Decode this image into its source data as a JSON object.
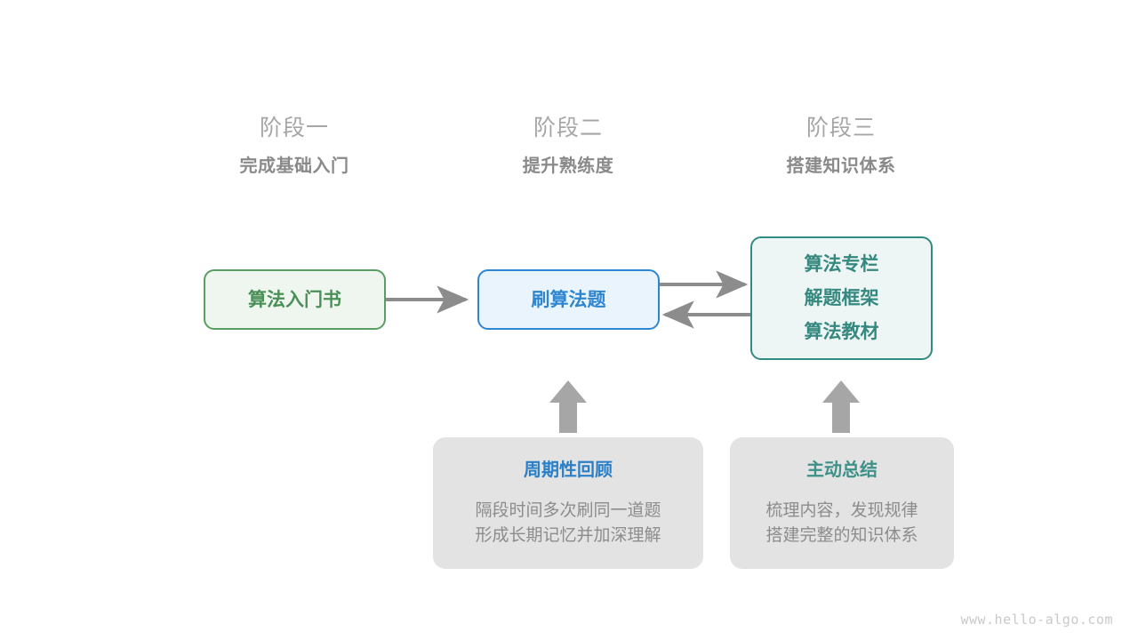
{
  "stages": [
    {
      "title": "阶段一",
      "subtitle": "完成基础入门"
    },
    {
      "title": "阶段二",
      "subtitle": "提升熟练度"
    },
    {
      "title": "阶段三",
      "subtitle": "搭建知识体系"
    }
  ],
  "nodes": {
    "book": {
      "lines": [
        "算法入门书"
      ],
      "accent": "#4a8f56"
    },
    "drill": {
      "lines": [
        "刷算法题"
      ],
      "accent": "#2e86d0"
    },
    "system": {
      "lines": [
        "算法专栏",
        "解题框架",
        "算法教材"
      ],
      "accent": "#35887f"
    }
  },
  "notes": [
    {
      "title": "周期性回顾",
      "body_lines": [
        "隔段时间多次刷同一道题",
        "形成长期记忆并加深理解"
      ],
      "accent": "#2a7fc9"
    },
    {
      "title": "主动总结",
      "body_lines": [
        "梳理内容，发现规律",
        "搭建完整的知识体系"
      ],
      "accent": "#3d9188"
    }
  ],
  "connectors": {
    "arrow_color": "#8c8c8c",
    "items": [
      {
        "name": "book-to-drill",
        "direction": "right"
      },
      {
        "name": "drill-to-system",
        "direction": "right"
      },
      {
        "name": "system-to-drill",
        "direction": "left"
      },
      {
        "name": "review-to-drill",
        "direction": "up"
      },
      {
        "name": "summary-to-system",
        "direction": "up"
      }
    ]
  },
  "watermark": "www.hello-algo.com"
}
